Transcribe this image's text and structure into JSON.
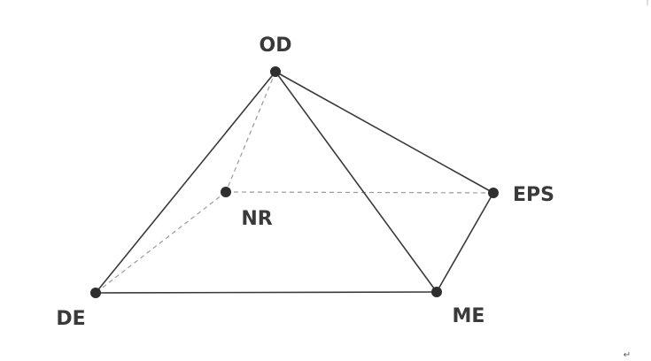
{
  "diagram": {
    "vertices": [
      {
        "id": "OD",
        "label": "OD"
      },
      {
        "id": "NR",
        "label": "NR"
      },
      {
        "id": "EPS",
        "label": "EPS"
      },
      {
        "id": "DE",
        "label": "DE"
      },
      {
        "id": "ME",
        "label": "ME"
      }
    ],
    "edges": [
      {
        "from": "OD",
        "to": "DE",
        "style": "solid"
      },
      {
        "from": "OD",
        "to": "ME",
        "style": "solid"
      },
      {
        "from": "OD",
        "to": "EPS",
        "style": "solid"
      },
      {
        "from": "DE",
        "to": "ME",
        "style": "solid"
      },
      {
        "from": "ME",
        "to": "EPS",
        "style": "solid"
      },
      {
        "from": "OD",
        "to": "NR",
        "style": "dashed"
      },
      {
        "from": "NR",
        "to": "DE",
        "style": "dashed"
      },
      {
        "from": "NR",
        "to": "EPS",
        "style": "dashed"
      },
      {
        "from": "OD",
        "to": "DE",
        "style": "dashed"
      }
    ]
  },
  "colors": {
    "solid_edge": "#3a3a3a",
    "dashed_edge": "#9a9a9a",
    "vertex": "#2e2e2e",
    "label": "#3a3a3a"
  },
  "return_mark": "↵"
}
